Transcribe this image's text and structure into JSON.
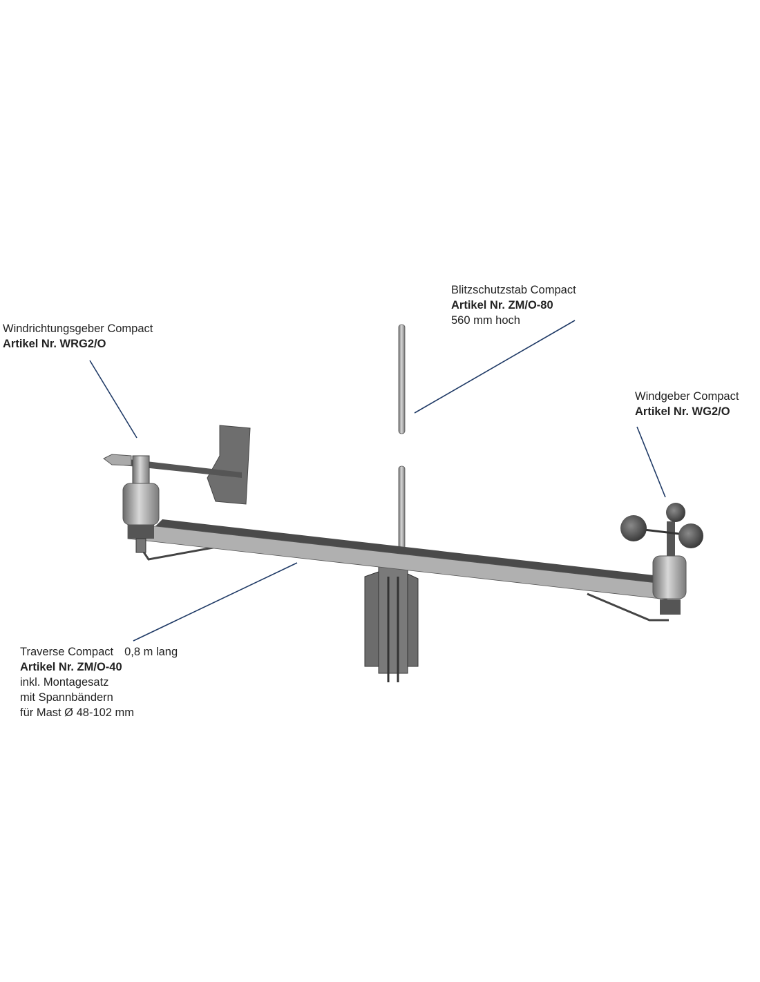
{
  "labels": {
    "wind_direction": {
      "name": "Windrichtungsgeber Compact",
      "article": "Artikel Nr. WRG2/O"
    },
    "lightning_rod": {
      "name": "Blitzschutzstab Compact",
      "article": "Artikel Nr. ZM/O-80",
      "note": "560 mm hoch"
    },
    "anemometer": {
      "name": "Windgeber Compact",
      "article": "Artikel Nr. WG2/O"
    },
    "crossarm": {
      "name": "Traverse Compact",
      "length": "0,8 m lang",
      "article": "Artikel Nr. ZM/O-40",
      "notes": [
        "inkl. Montagesatz",
        "mit Spannbändern",
        "für Mast Ø 48-102 mm"
      ]
    }
  },
  "colors": {
    "leader": "#1f3a66",
    "metal_dark": "#555",
    "metal_light": "#b8b8b8"
  }
}
